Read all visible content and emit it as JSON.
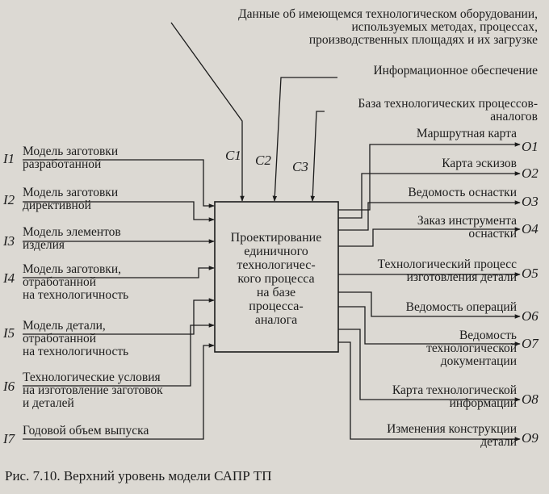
{
  "box_label": [
    "Проектирование",
    "единичного",
    "технологичес-",
    "кого процесса",
    "на базе",
    "процесса-",
    "аналога"
  ],
  "controls": [
    {
      "code": "C1",
      "lines": [
        "Данные об имеющемся технологическом оборудовании,",
        "используемых методах, процессах,",
        "производственных площадях и их загрузке"
      ]
    },
    {
      "code": "C2",
      "lines": [
        "Информационное обеспечение"
      ]
    },
    {
      "code": "C3",
      "lines": [
        "База технологических процессов-",
        "аналогов"
      ]
    }
  ],
  "inputs": [
    {
      "code": "I1",
      "lines": [
        "Модель заготовки",
        "разработанной"
      ]
    },
    {
      "code": "I2",
      "lines": [
        "Модель заготовки",
        "директивной"
      ]
    },
    {
      "code": "I3",
      "lines": [
        "Модель элементов",
        "изделия"
      ]
    },
    {
      "code": "I4",
      "lines": [
        "Модель заготовки,",
        "отработанной",
        "на технологичность"
      ]
    },
    {
      "code": "I5",
      "lines": [
        "Модель детали,",
        "отработанной",
        "на технологичность"
      ]
    },
    {
      "code": "I6",
      "lines": [
        "Технологические условия",
        "на изготовление заготовок",
        "и деталей"
      ]
    },
    {
      "code": "I7",
      "lines": [
        "Годовой объем выпуска"
      ]
    }
  ],
  "outputs": [
    {
      "code": "O1",
      "lines": [
        "Маршрутная карта"
      ]
    },
    {
      "code": "O2",
      "lines": [
        "Карта эскизов"
      ]
    },
    {
      "code": "O3",
      "lines": [
        "Ведомость оснастки"
      ]
    },
    {
      "code": "O4",
      "lines": [
        "Заказ инструмента",
        "оснастки"
      ]
    },
    {
      "code": "O5",
      "lines": [
        "Технологический процесс",
        "изготовления детали"
      ]
    },
    {
      "code": "O6",
      "lines": [
        "Ведомость операций"
      ]
    },
    {
      "code": "O7",
      "lines": [
        "Ведомость",
        "технологической",
        "документации"
      ]
    },
    {
      "code": "O8",
      "lines": [
        "Карта технологической",
        "информации"
      ]
    },
    {
      "code": "O9",
      "lines": [
        "Изменения конструкции",
        "детали"
      ]
    }
  ],
  "caption": "Рис. 7.10. Верхний уровень модели САПР ТП"
}
